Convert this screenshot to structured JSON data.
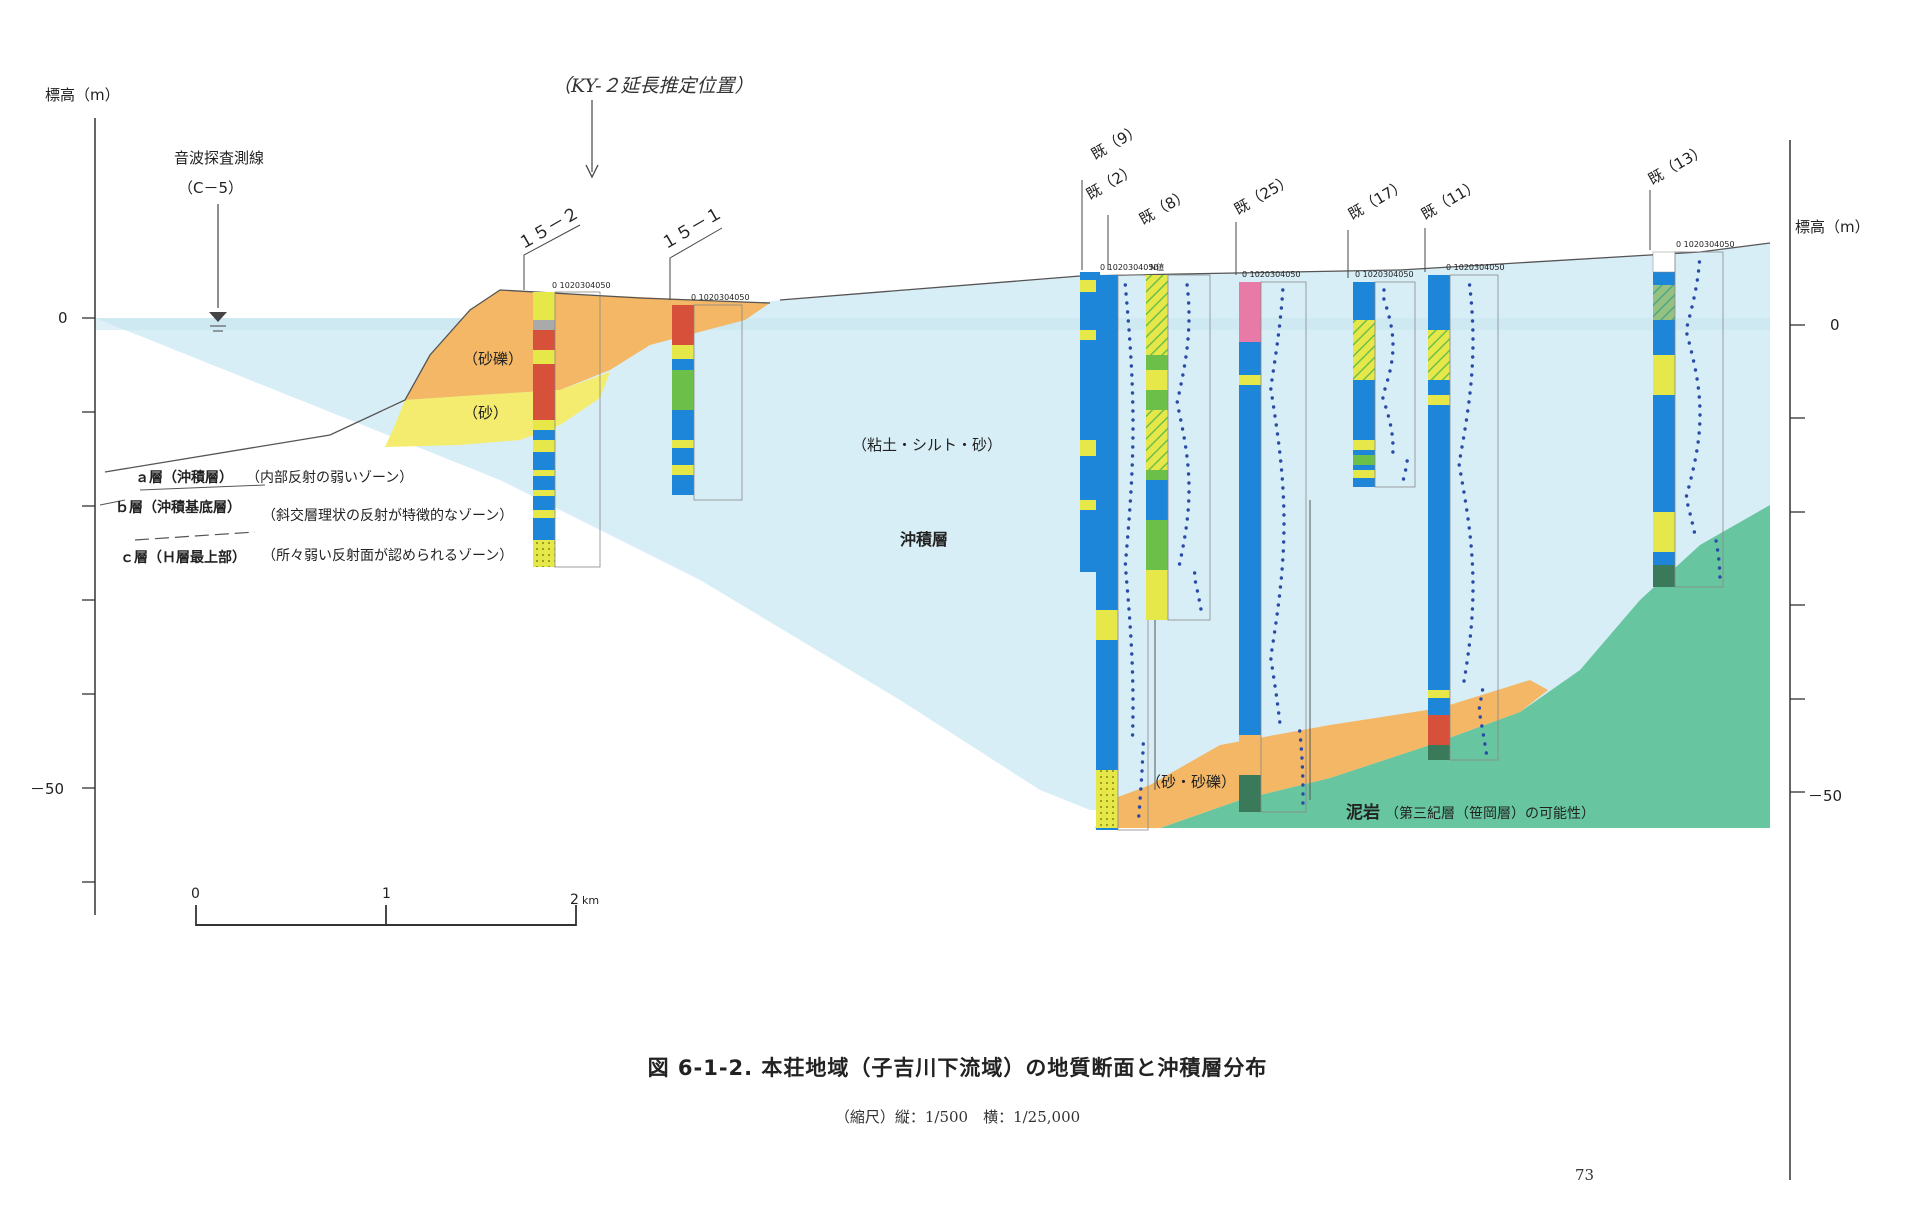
{
  "axes": {
    "left_label": "標高（m）",
    "right_label": "標高（m）",
    "left_ticks": [
      "0",
      "－50"
    ],
    "right_ticks": [
      "0",
      "－50"
    ]
  },
  "survey_line": {
    "label_1": "音波探査測線",
    "label_2": "（C－5）"
  },
  "ky2_note": "（KY-２延長推定位置）",
  "boreholes": [
    {
      "label": "１５－２"
    },
    {
      "label": "１５－１"
    },
    {
      "label": "既（9）"
    },
    {
      "label": "既（2）"
    },
    {
      "label": "既（8）"
    },
    {
      "label": "既（25）"
    },
    {
      "label": "既（17）"
    },
    {
      "label": "既（11）"
    },
    {
      "label": "既（13）"
    }
  ],
  "nvalue_scale": "0 1020304050",
  "nvalue_label": "N値",
  "layers": {
    "gravel": "（砂礫）",
    "sand": "（砂）",
    "clay": "（粘土・シルト・砂）",
    "alluvium": "沖積層",
    "sand_gravel": "（砂・砂礫）",
    "mudstone_main": "泥岩",
    "mudstone_note": "（第三紀層（笹岡層）の可能性）"
  },
  "legend": [
    {
      "name": "ａ層（沖積層）",
      "desc": "（内部反射の弱いゾーン）"
    },
    {
      "name": "ｂ層（沖積基底層）",
      "desc": "（斜交層理状の反射が特徴的なゾーン）"
    },
    {
      "name": "ｃ層（Ｈ層最上部）",
      "desc": "（所々弱い反射面が認められるゾーン）"
    }
  ],
  "scale_bar": {
    "ticks": [
      "0",
      "1",
      "2"
    ],
    "unit": "km"
  },
  "figure": {
    "title": "図 6-1-2.  本荘地域（子吉川下流域）の地質断面と沖積層分布",
    "scale": "（縮尺）縦：1/500　横：1/25,000"
  },
  "page_number": "73",
  "colors": {
    "water": "#d8eef6",
    "gravel": "#f3b765",
    "sand": "#f4ec6e",
    "mudstone": "#67c5a0",
    "blue_core": "#1d86d9",
    "yellow_core": "#e6e84a",
    "green_core": "#6cc04a",
    "pink_core": "#e87aa8",
    "red_core": "#d6503a"
  }
}
